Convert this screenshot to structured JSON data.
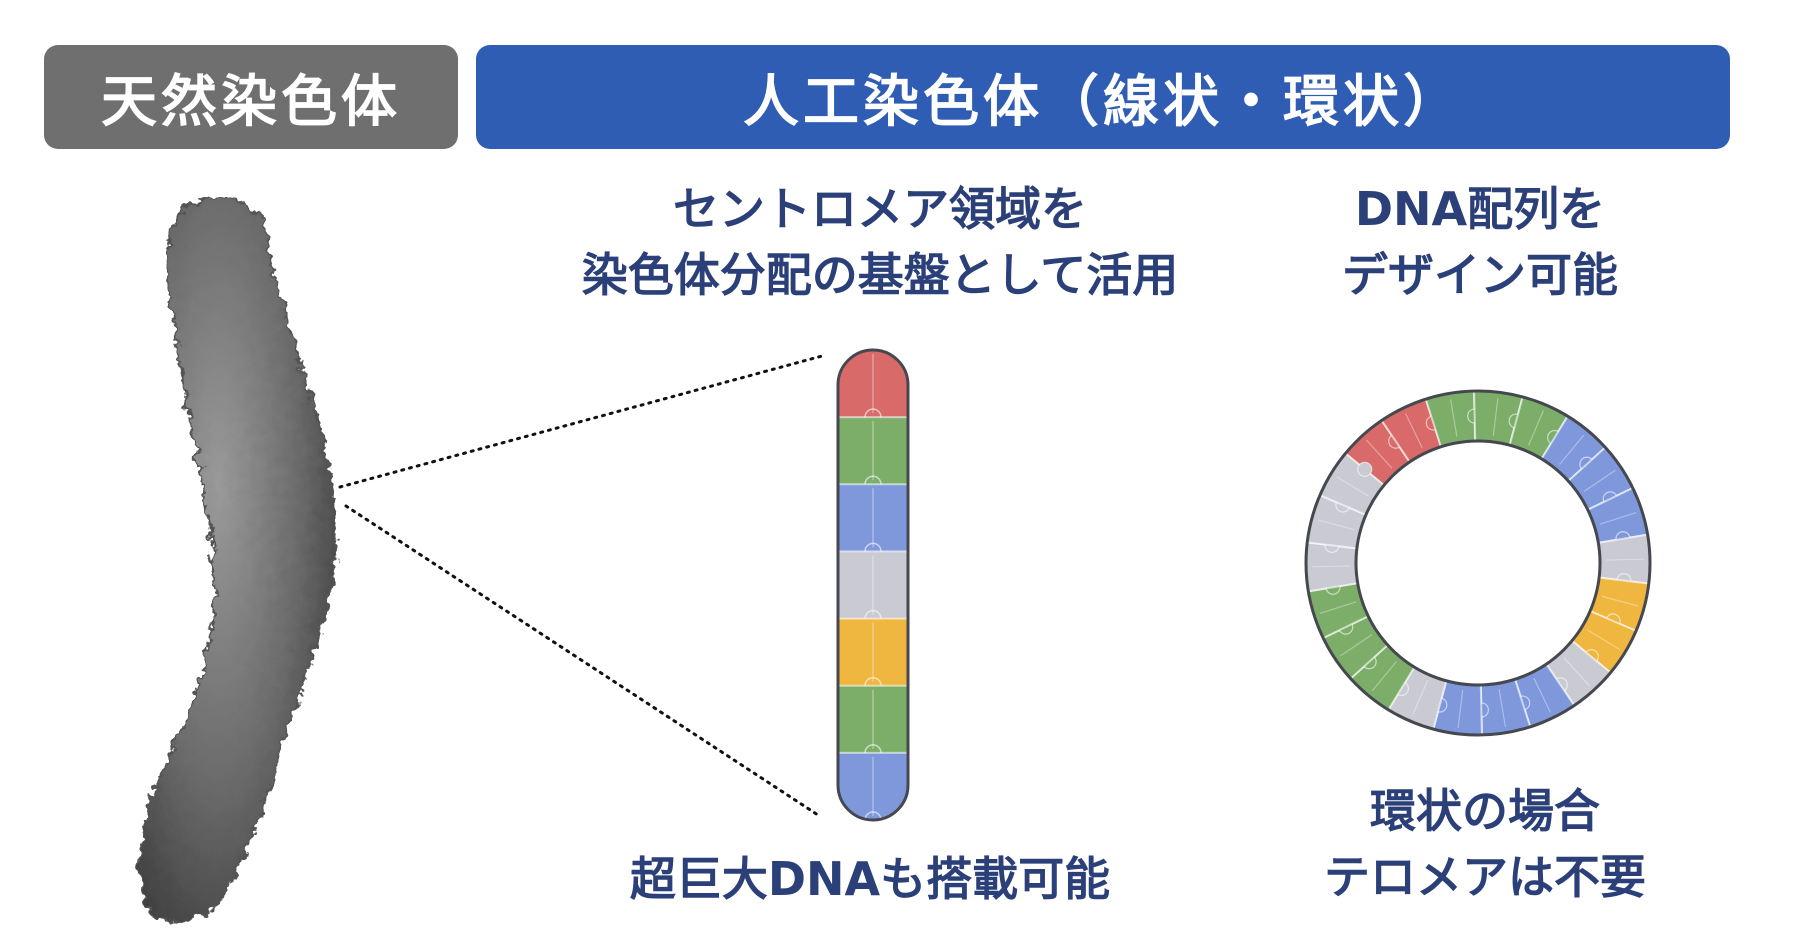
{
  "headers": {
    "natural": "天然染色体",
    "artificial": "人工染色体（線状・環状）"
  },
  "captions": {
    "centromere_line1": "セントロメア領域を",
    "centromere_line2": "染色体分配の基盤として活用",
    "design_line1": "DNA配列を",
    "design_line2": "デザイン可能",
    "large_dna": "超巨大DNAも搭載可能",
    "circular_line1": "環状の場合",
    "circular_line2": "テロメアは不要"
  },
  "colors": {
    "natural_header": "#6f6f6f",
    "artificial_header": "#2e5db3",
    "caption_text": "#2b3f78",
    "segment_red": "#d96a6a",
    "segment_green": "#7cae6a",
    "segment_blue": "#7f98dc",
    "segment_gray": "#c9cad2",
    "segment_yellow": "#efb640"
  },
  "linear_segments": [
    "red",
    "green",
    "blue",
    "gray",
    "yellow",
    "green",
    "blue"
  ],
  "ring_segments": [
    "red",
    "red",
    "green",
    "green",
    "green",
    "blue",
    "blue",
    "blue",
    "gray",
    "yellow",
    "yellow",
    "gray",
    "blue",
    "blue",
    "blue",
    "gray",
    "green",
    "green",
    "green",
    "gray",
    "gray",
    "gray"
  ]
}
